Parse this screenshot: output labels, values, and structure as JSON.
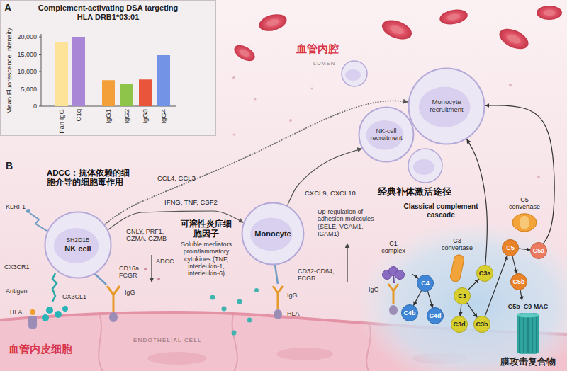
{
  "diagram": {
    "nodes": [
      {
        "text": [
          "Complement-activating DSA targeting HLA DRB1*03:01"
        ]
      },
      {
        "text": [
          "Monocyte recruitment"
        ]
      },
      {
        "text": [
          "NK-cell recruitment"
        ]
      },
      {
        "text": [
          "SH2D1B",
          "NK cell"
        ]
      },
      {
        "text": [
          "Monocyte"
        ]
      },
      {
        "text": [
          "C1 complex"
        ]
      },
      {
        "text": [
          "C4"
        ]
      },
      {
        "text": [
          "C4b"
        ]
      },
      {
        "text": [
          "C4d"
        ]
      },
      {
        "text": [
          "C3 convertase"
        ]
      },
      {
        "text": [
          "C3"
        ]
      },
      {
        "text": [
          "C3a"
        ]
      },
      {
        "text": [
          "C3d"
        ]
      },
      {
        "text": [
          "C3b"
        ]
      },
      {
        "text": [
          "C5 convertase"
        ]
      },
      {
        "text": [
          "C5"
        ]
      },
      {
        "text": [
          "C5a"
        ]
      },
      {
        "text": [
          "C5b"
        ]
      },
      {
        "text": [
          "C5b–C9 MAC",
          "膜攻击复合物"
        ]
      }
    ],
    "edges": [
      {
        "from": 3,
        "to": 1,
        "label": "CCL4, CCL3",
        "arrow": "to"
      },
      {
        "from": 3,
        "to": 4,
        "label": "IFNG, TNF, CSF2",
        "arrow": "to"
      },
      {
        "from": 4,
        "to": 2,
        "label": "CXCL9, CXCL10",
        "arrow": "to"
      },
      {
        "from": 5,
        "to": 6,
        "arrow": "to"
      },
      {
        "from": 6,
        "to": 7,
        "arrow": "to"
      },
      {
        "from": 6,
        "to": 8,
        "arrow": "to"
      },
      {
        "from": 10,
        "to": 11,
        "arrow": "to"
      },
      {
        "from": 10,
        "to": 12,
        "arrow": "to"
      },
      {
        "from": 10,
        "to": 13,
        "arrow": "to"
      },
      {
        "from": 13,
        "to": 15,
        "arrow": "to"
      },
      {
        "from": 15,
        "to": 16,
        "arrow": "to"
      },
      {
        "from": 15,
        "to": 17,
        "arrow": "to"
      },
      {
        "from": 17,
        "to": 18,
        "arrow": "to"
      },
      {
        "from": 11,
        "to": 1,
        "arrow": "to"
      },
      {
        "from": 16,
        "to": 1,
        "arrow": "to"
      }
    ],
    "labels": [
      "A",
      "Mean Fluorescence Intensity",
      "20,000",
      "15,000",
      "10,000",
      "5,000",
      "0",
      "Pan IgG",
      "C1q",
      "IgG1",
      "IgG2",
      "IgG3",
      "IgG4",
      "B",
      "血管内腔",
      "LUMEN",
      "ADCC：抗体依赖的细胞介导的细胞毒作用",
      "KLRF1",
      "GNLY, PRF1, GZMA, GZMB",
      "ADCC",
      "可溶性炎症细胞因子",
      "Soluble mediators proinflammatory cytokines (TNF, interleukin-1, interleukin-6)",
      "CX3CR1",
      "CD16a FCGR",
      "IgG",
      "Antigen",
      "HLA",
      "CX3CL1",
      "CD32-CD64, FCGR",
      "IgG",
      "HLA",
      "Up-regulation of adhesion molecules (SELE, VCAM1, ICAM1)",
      "经典补体激活途径",
      "Classical complement cascade",
      "IgG",
      "血管内皮细胞",
      "ENDOTHELIAL CELL"
    ]
  }
}
